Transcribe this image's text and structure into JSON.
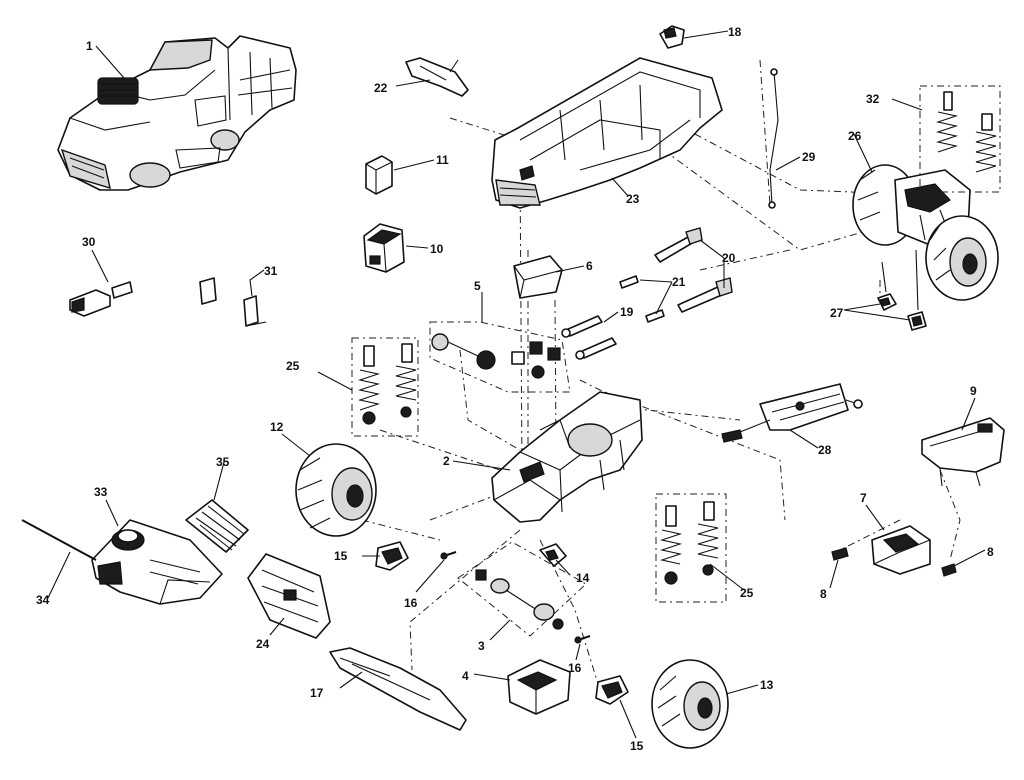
{
  "labels": {
    "l1": "1",
    "l2": "2",
    "l3": "3",
    "l4": "4",
    "l5": "5",
    "l6": "6",
    "l7": "7",
    "l8a": "8",
    "l8b": "8",
    "l9": "9",
    "l10": "10",
    "l11": "11",
    "l12": "12",
    "l13": "13",
    "l14": "14",
    "l15a": "15",
    "l15b": "15",
    "l16a": "16",
    "l16b": "16",
    "l17": "17",
    "l18": "18",
    "l19": "19",
    "l20": "20",
    "l21": "21",
    "l22": "22",
    "l23": "23",
    "l24": "24",
    "l25a": "25",
    "l25b": "25",
    "l26": "26",
    "l27": "27",
    "l28": "28",
    "l29": "29",
    "l30": "30",
    "l31": "31",
    "l32": "32",
    "l33": "33",
    "l34": "34",
    "l35": "35"
  }
}
